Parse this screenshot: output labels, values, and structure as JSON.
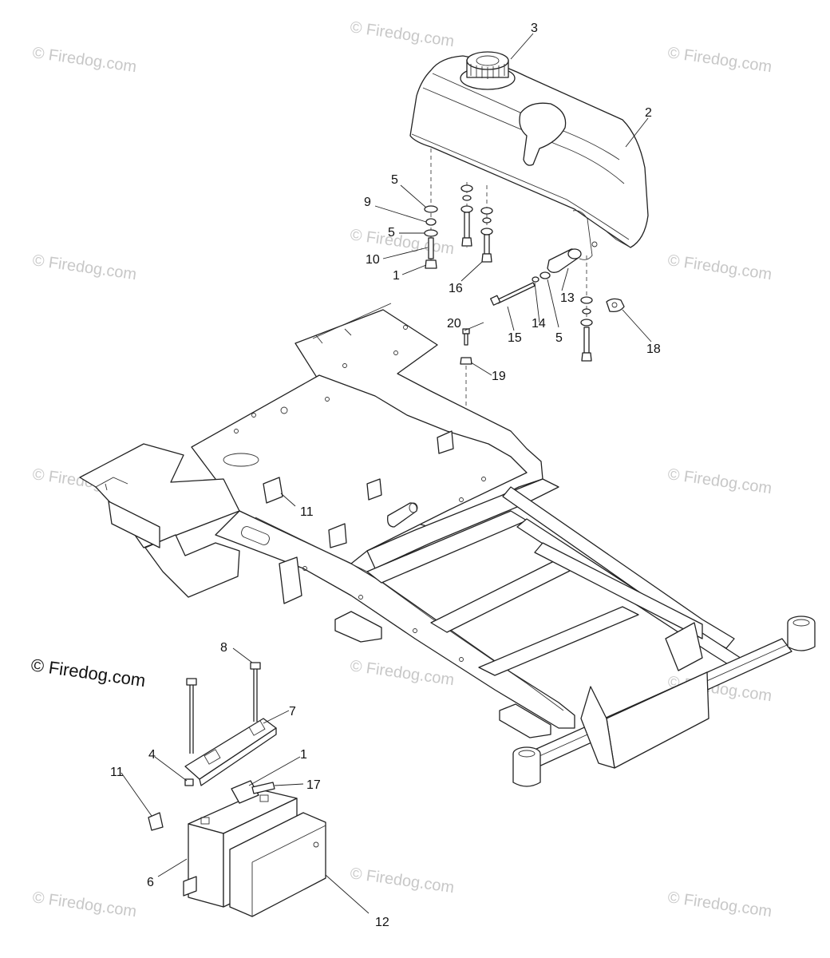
{
  "watermark": {
    "text": "© Firedog.com",
    "text_color": "#c8c8c8",
    "prominent_text": "© Firedog.com",
    "prominent_color": "#111111"
  },
  "callouts": [
    {
      "id": "c-3",
      "label": "3"
    },
    {
      "id": "c-2",
      "label": "2"
    },
    {
      "id": "c-5a",
      "label": "5"
    },
    {
      "id": "c-9",
      "label": "9"
    },
    {
      "id": "c-5b",
      "label": "5"
    },
    {
      "id": "c-10",
      "label": "10"
    },
    {
      "id": "c-1a",
      "label": "1"
    },
    {
      "id": "c-16",
      "label": "16"
    },
    {
      "id": "c-13",
      "label": "13"
    },
    {
      "id": "c-15",
      "label": "15"
    },
    {
      "id": "c-14",
      "label": "14"
    },
    {
      "id": "c-5c",
      "label": "5"
    },
    {
      "id": "c-18",
      "label": "18"
    },
    {
      "id": "c-20",
      "label": "20"
    },
    {
      "id": "c-19",
      "label": "19"
    },
    {
      "id": "c-11a",
      "label": "11"
    },
    {
      "id": "c-8",
      "label": "8"
    },
    {
      "id": "c-7",
      "label": "7"
    },
    {
      "id": "c-1b",
      "label": "1"
    },
    {
      "id": "c-4",
      "label": "4"
    },
    {
      "id": "c-11b",
      "label": "11"
    },
    {
      "id": "c-17",
      "label": "17"
    },
    {
      "id": "c-6",
      "label": "6"
    },
    {
      "id": "c-12",
      "label": "12"
    }
  ]
}
